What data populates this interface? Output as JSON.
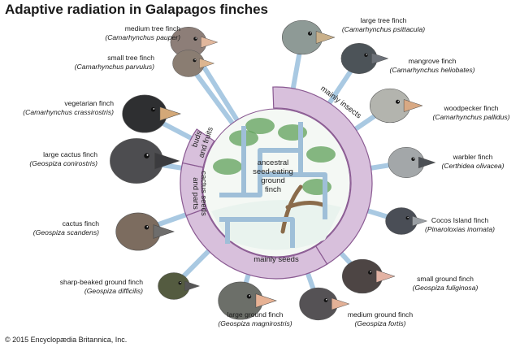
{
  "title": "Adaptive radiation in Galapagos finches",
  "credit": "© 2015 Encyclopædia Britannica, Inc.",
  "center": [
    "ancestral",
    "seed-eating",
    "ground",
    "finch"
  ],
  "diets": {
    "insects": "mainly insects",
    "buds": [
      "buds",
      "and fruits"
    ],
    "cactus": [
      "cactus seeds",
      "and parts"
    ],
    "seeds": "mainly seeds"
  },
  "colors": {
    "ring_fill": "#d8c0dc",
    "ring_stroke": "#8a5a92",
    "spoke": "#a9c9e2",
    "branch": "#9fbfd8",
    "leaf": "#5fa05a",
    "bird_gray": "#7d8289",
    "bird_dark": "#3a3d42",
    "beak": "#d9a97f"
  },
  "finches": [
    {
      "id": "medium-tree-finch",
      "common": "medium tree finch",
      "scientific": "(Camarhynchus pauper)",
      "diet": "insects"
    },
    {
      "id": "large-tree-finch",
      "common": "large tree finch",
      "scientific": "(Camarhynchus psittacula)",
      "diet": "insects"
    },
    {
      "id": "small-tree-finch",
      "common": "small tree finch",
      "scientific": "(Camarhynchus parvulus)",
      "diet": "insects"
    },
    {
      "id": "mangrove-finch",
      "common": "mangrove finch",
      "scientific": "(Camarhynchus heliobates)",
      "diet": "insects"
    },
    {
      "id": "vegetarian-finch",
      "common": "vegetarian finch",
      "scientific": "(Camarhynchus crassirostris)",
      "diet": "buds"
    },
    {
      "id": "woodpecker-finch",
      "common": "woodpecker finch",
      "scientific": "(Camarhynchus pallidus)",
      "diet": "insects"
    },
    {
      "id": "large-cactus-finch",
      "common": "large cactus finch",
      "scientific": "(Geospiza conirostris)",
      "diet": "cactus"
    },
    {
      "id": "warbler-finch",
      "common": "warbler finch",
      "scientific": "(Certhidea olivacea)",
      "diet": "insects"
    },
    {
      "id": "cactus-finch",
      "common": "cactus finch",
      "scientific": "(Geospiza scandens)",
      "diet": "cactus"
    },
    {
      "id": "cocos-island-finch",
      "common": "Cocos Island finch",
      "scientific": "(Pinaroloxias inornata)",
      "diet": "insects"
    },
    {
      "id": "sharp-beaked-ground-finch",
      "common": "sharp-beaked ground finch",
      "scientific": "(Geospiza difficilis)",
      "diet": "seeds"
    },
    {
      "id": "small-ground-finch",
      "common": "small ground finch",
      "scientific": "(Geospiza fuliginosa)",
      "diet": "seeds"
    },
    {
      "id": "large-ground-finch",
      "common": "large ground finch",
      "scientific": "(Geospiza magnirostris)",
      "diet": "seeds"
    },
    {
      "id": "medium-ground-finch",
      "common": "medium ground finch",
      "scientific": "(Geospiza fortis)",
      "diet": "seeds"
    }
  ]
}
